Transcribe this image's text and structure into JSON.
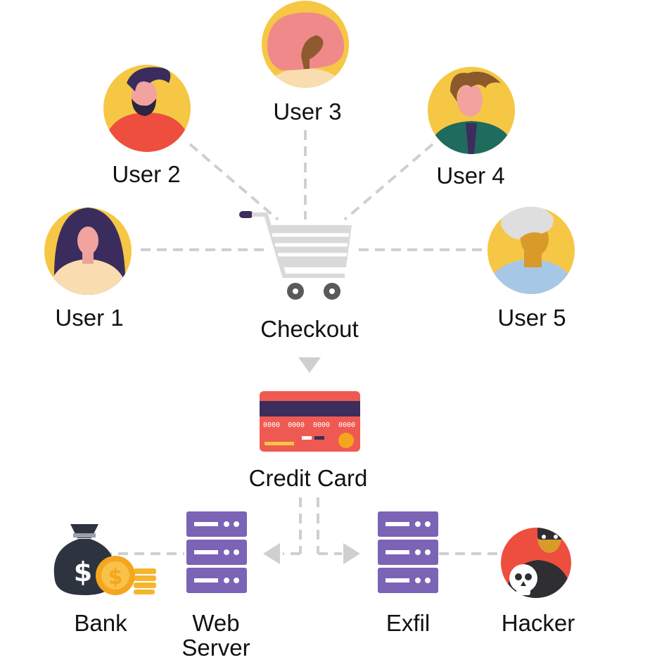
{
  "users": [
    {
      "label": "User 1"
    },
    {
      "label": "User 2"
    },
    {
      "label": "User 3"
    },
    {
      "label": "User 4"
    },
    {
      "label": "User 5"
    }
  ],
  "checkout": {
    "label": "Checkout"
  },
  "credit_card": {
    "label": "Credit Card",
    "number_groups": [
      "0000",
      "0000",
      "0000",
      "0000"
    ]
  },
  "nodes": {
    "bank": {
      "label": "Bank"
    },
    "web_server": {
      "label_line1": "Web",
      "label_line2": "Server"
    },
    "exfil": {
      "label": "Exfil"
    },
    "hacker": {
      "label": "Hacker"
    }
  },
  "colors": {
    "avatar_bg": "#F6C744",
    "server": "#7B63B5",
    "card": "#EE5A52",
    "card_stripe": "#3D2D5C",
    "connector": "#CFCFCF",
    "coin": "#F4A61E",
    "money_bag": "#2E3340"
  }
}
